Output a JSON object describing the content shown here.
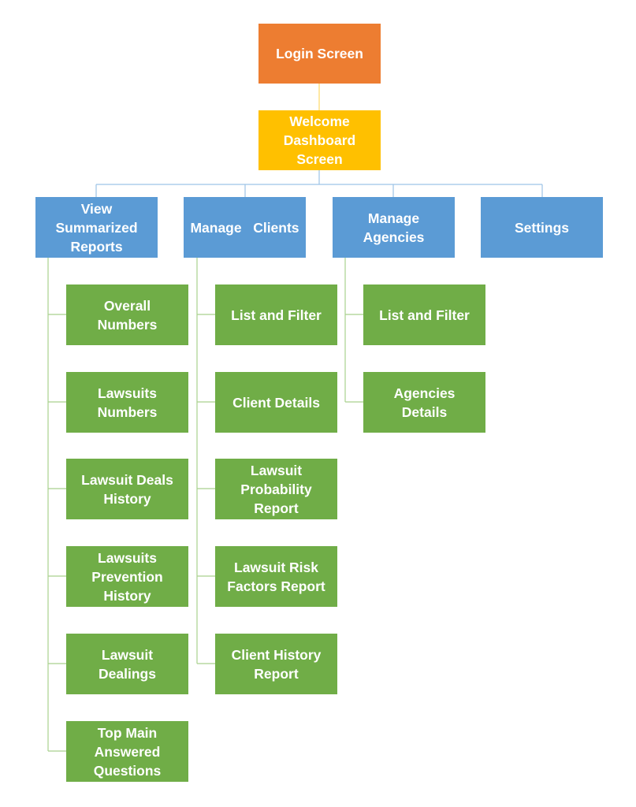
{
  "colors": {
    "root": "#ED7D31",
    "dashboard": "#FFC000",
    "section": "#5B9BD5",
    "item": "#70AD47",
    "line_orange": "#F8CBAD",
    "line_gold": "#FFD966",
    "line_blue": "#9DC3E6",
    "line_green": "#A9D18E"
  },
  "root": {
    "label": "Login Screen"
  },
  "dashboard": {
    "label": "Welcome\nDashboard\nScreen"
  },
  "sections": [
    {
      "id": "reports",
      "label": "View\nSummarized\nReports",
      "items": [
        {
          "label": "Overall\nNumbers"
        },
        {
          "label": "Lawsuits\nNumbers"
        },
        {
          "label": "Lawsuit Deals\nHistory"
        },
        {
          "label": "Lawsuits\nPrevention\nHistory"
        },
        {
          "label": "Lawsuit\nDealings"
        },
        {
          "label": "Top Main\nAnswered\nQuestions"
        }
      ]
    },
    {
      "id": "clients",
      "label": "Manage   Clients",
      "items": [
        {
          "label": "List and Filter"
        },
        {
          "label": "Client Details"
        },
        {
          "label": "Lawsuit\nProbability\nReport"
        },
        {
          "label": "Lawsuit Risk\nFactors Report"
        },
        {
          "label": "Client History\nReport"
        }
      ]
    },
    {
      "id": "agencies",
      "label": "Manage\nAgencies",
      "items": [
        {
          "label": "List and Filter"
        },
        {
          "label": "Agencies\nDetails"
        }
      ]
    },
    {
      "id": "settings",
      "label": "Settings",
      "items": []
    }
  ]
}
